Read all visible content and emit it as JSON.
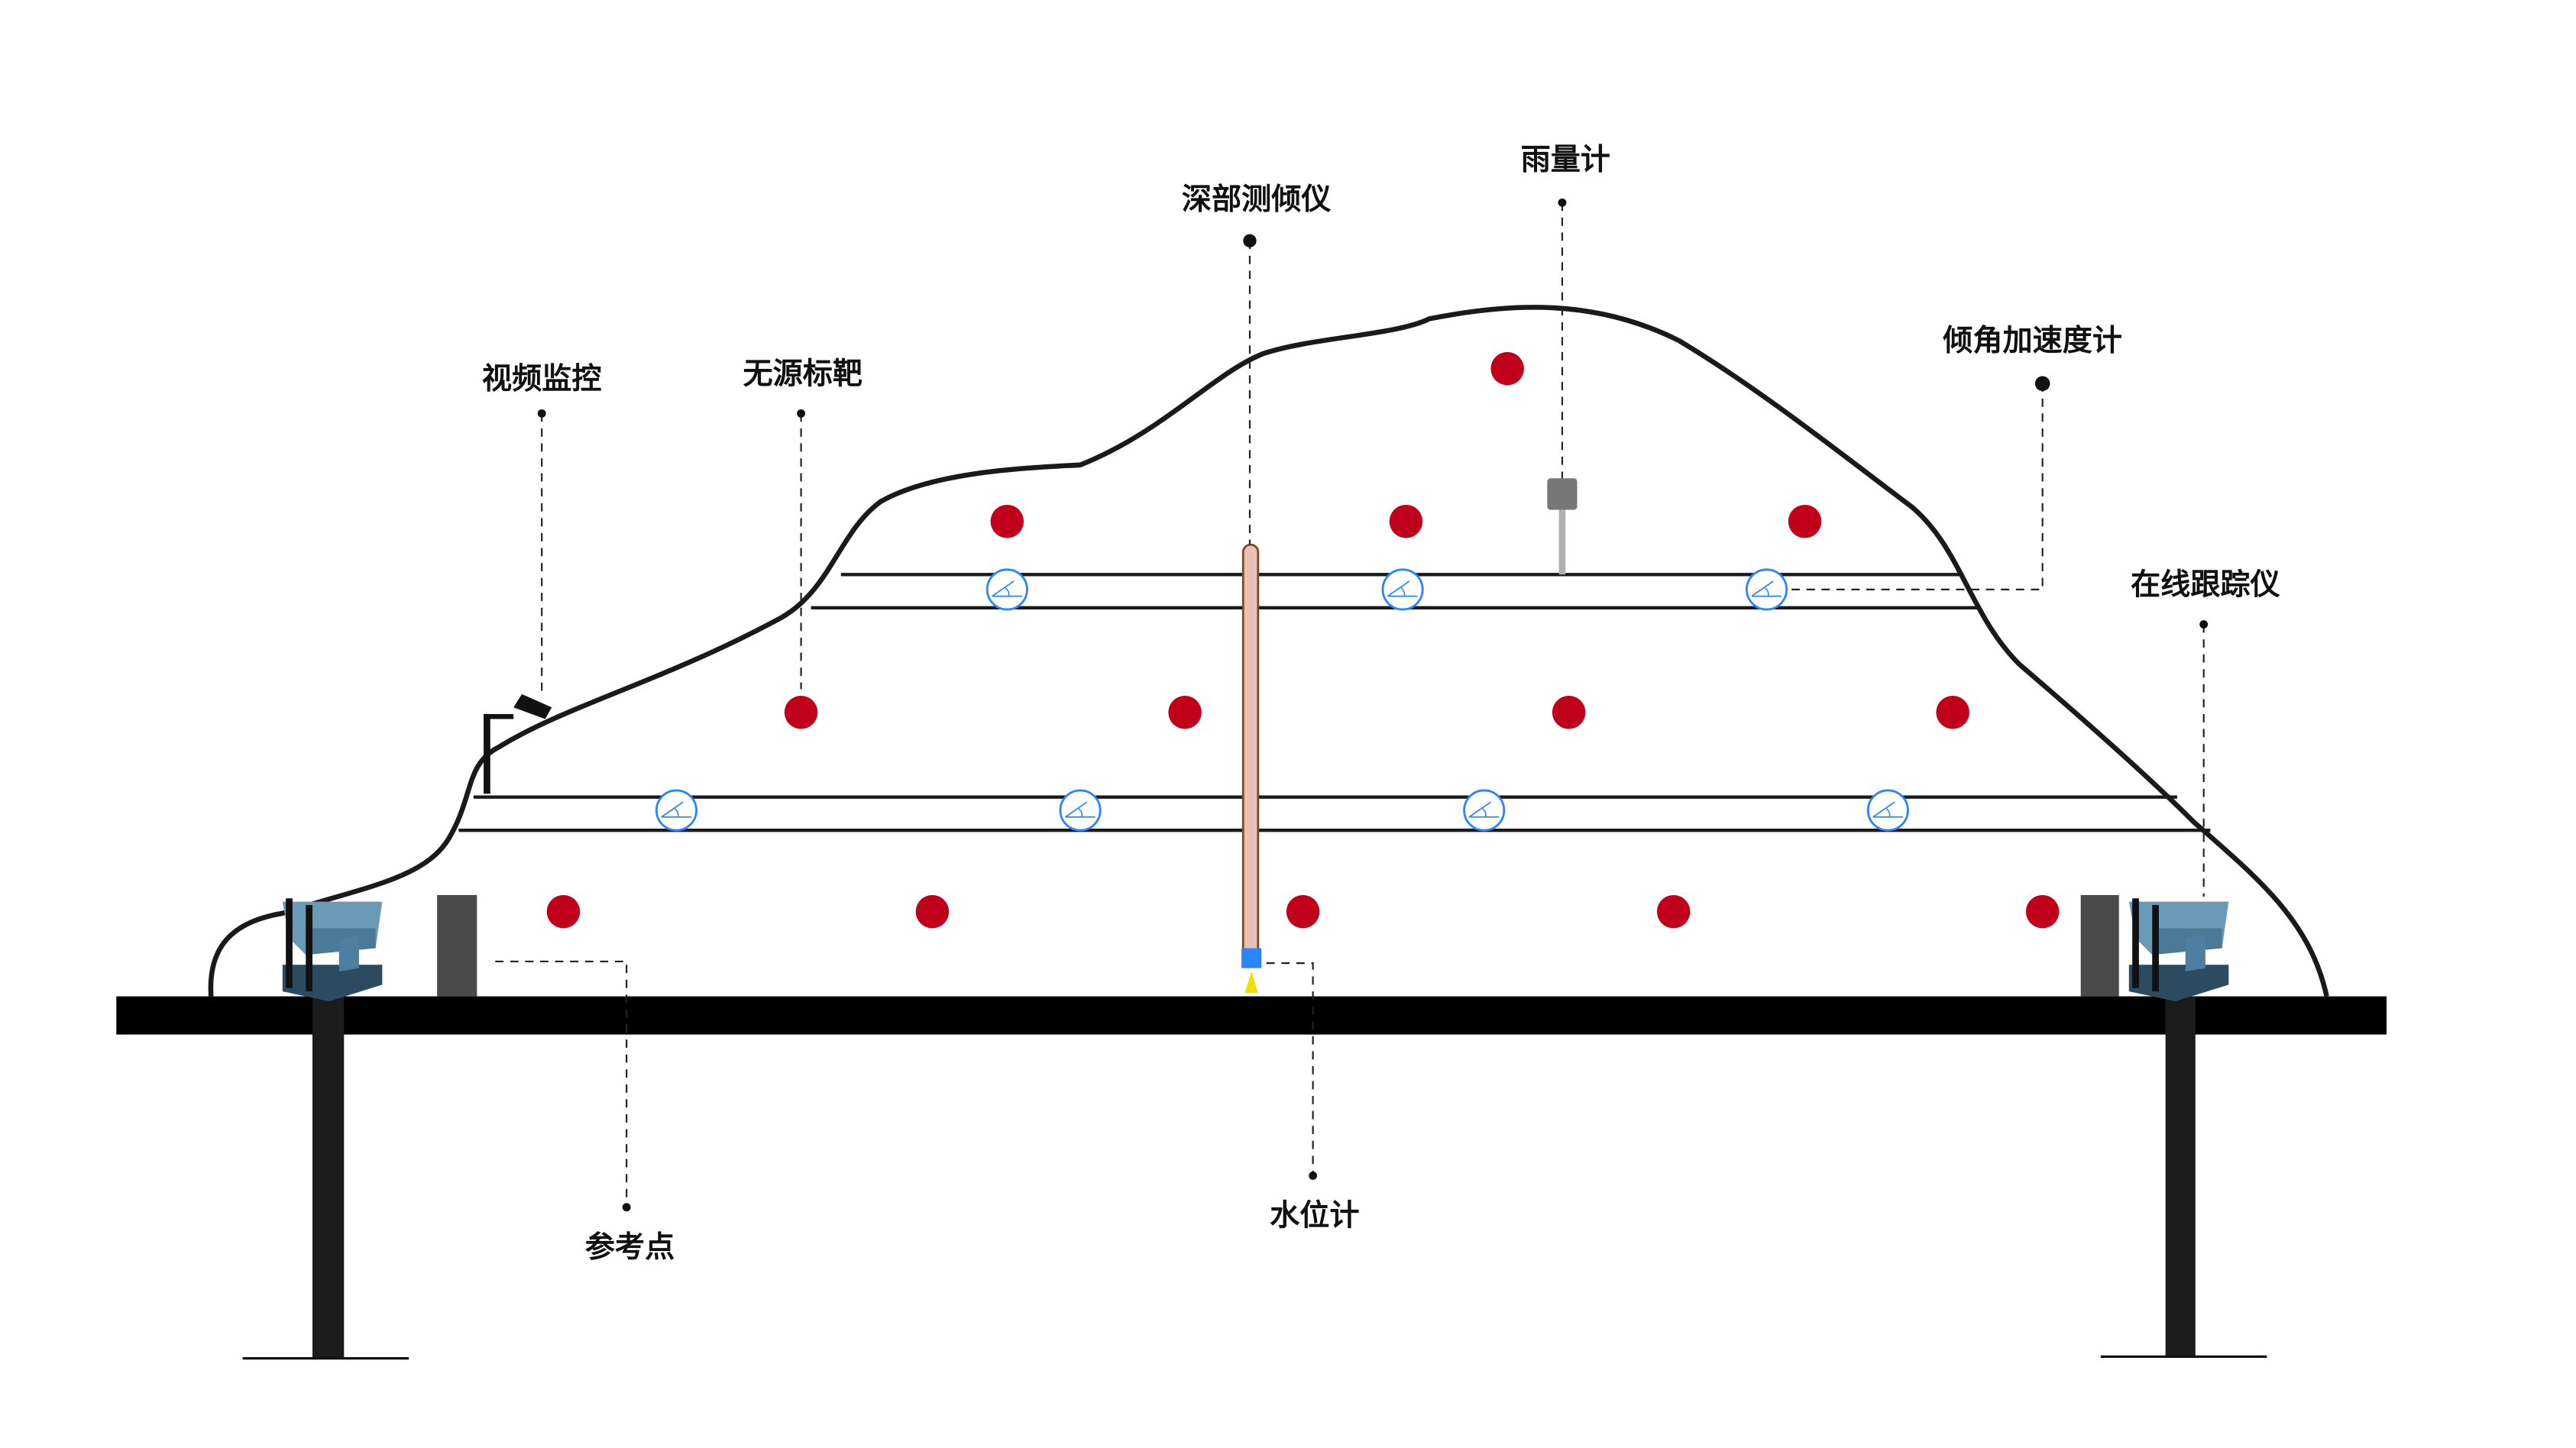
{
  "labels": {
    "video": "视频监控",
    "passive_target": "无源标靶",
    "deep_inclinometer": "深部测倾仪",
    "rain_gauge": "雨量计",
    "tilt_accelerometer": "倾角加速度计",
    "online_tracker": "在线跟踪仪",
    "reference_point": "参考点",
    "water_gauge": "水位计"
  },
  "colors": {
    "target": "#c0001a",
    "tilt_sensor": "#2a85ff",
    "inclinometer_fill": "#e9c1b8",
    "inclinometer_stroke": "#7a4a2a",
    "ground": "#000000",
    "tracker": "#4f7fa0"
  }
}
